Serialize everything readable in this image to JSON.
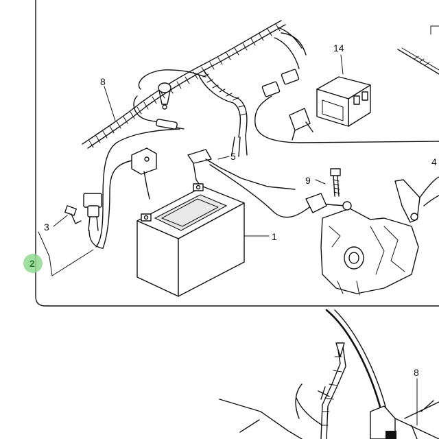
{
  "callouts": {
    "c1": "1",
    "c2": "2",
    "c3": "3",
    "c4": "4",
    "c5": "5",
    "c8": "8",
    "c8b": "8",
    "c9": "9",
    "c14": "14"
  },
  "colors": {
    "line": "#111111",
    "highlight": "#8fd98f",
    "highlight_text": "#2e7d2e"
  }
}
